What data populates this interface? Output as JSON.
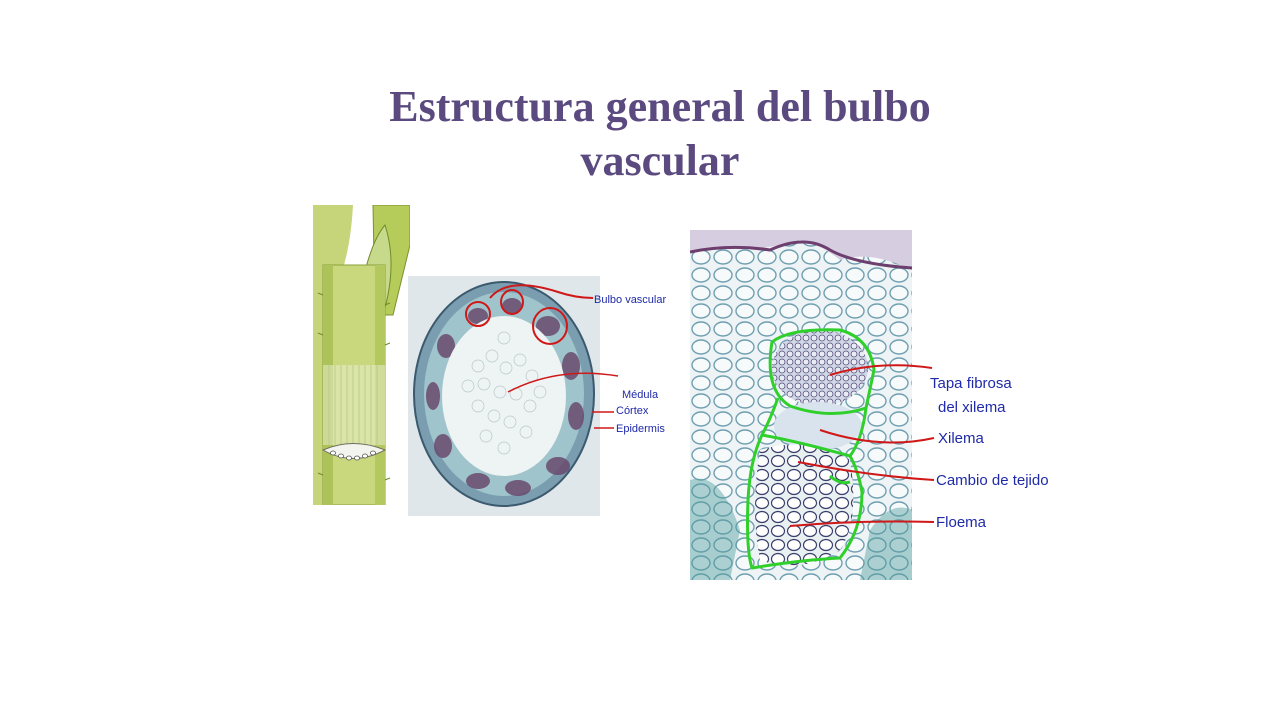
{
  "title": {
    "line1": "Estructura general del bulbo",
    "line2": "vascular"
  },
  "cross_section": {
    "labels": [
      "Bulbo vascular",
      "Médula",
      "Córtex",
      "Epidermis"
    ]
  },
  "micrograph": {
    "labels": [
      "Tapa fibrosa",
      "del xilema",
      "Xilema",
      "Cambio de tejido",
      "Floema"
    ]
  },
  "colors": {
    "title": "#5b4a7f",
    "label_text": "#1f2aa8",
    "annotation_red": "#d01818",
    "outline_green": "#2fd02a"
  }
}
